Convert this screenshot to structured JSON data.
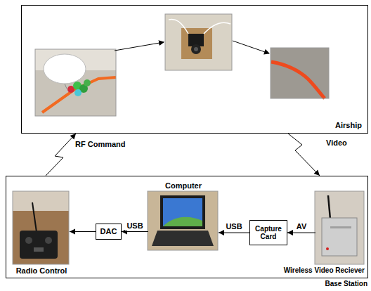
{
  "diagram": {
    "nodes": [
      {
        "text": [
          "Airship"
        ]
      },
      {
        "text": [
          "Base Station"
        ]
      },
      {
        "text": [
          "Radio Control"
        ],
        "in": 1
      },
      {
        "text": [
          "DAC"
        ],
        "in": 1
      },
      {
        "text": [
          "Computer"
        ],
        "in": 1
      },
      {
        "text": [
          "Capture Card"
        ],
        "in": 1
      },
      {
        "text": [
          "Wireless Video Reciever"
        ],
        "in": 1
      }
    ],
    "edges": [
      {
        "from": 0,
        "to": 1,
        "label": "Video",
        "arrow": "to"
      },
      {
        "from": 1,
        "to": 0,
        "label": "RF Command",
        "arrow": "to"
      },
      {
        "from": 3,
        "to": 2,
        "arrow": "to"
      },
      {
        "from": 4,
        "to": 3,
        "label": "USB",
        "arrow": "to"
      },
      {
        "from": 5,
        "to": 4,
        "label": "USB",
        "arrow": "to"
      },
      {
        "from": 6,
        "to": 5,
        "label": "AV",
        "arrow": "to"
      }
    ]
  }
}
